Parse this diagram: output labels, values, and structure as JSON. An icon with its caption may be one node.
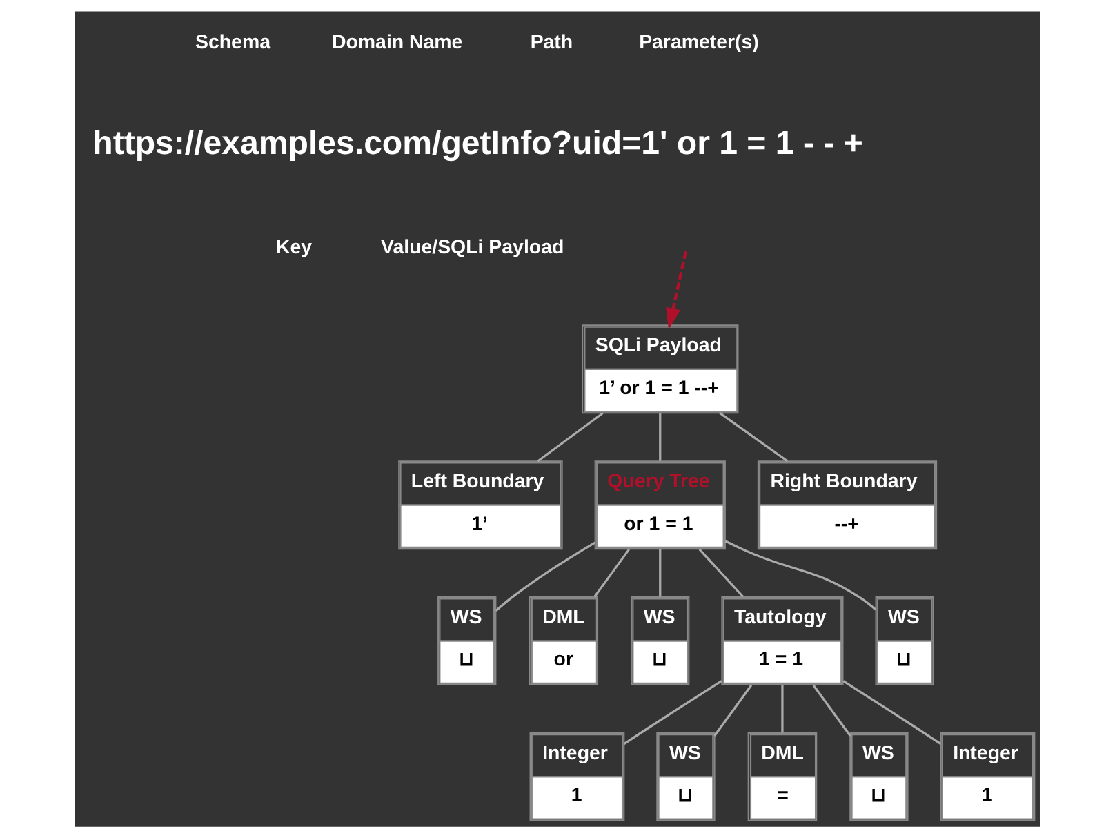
{
  "diagram": {
    "nodes": [
      {
        "text": [
          "SQLi Payload",
          "1’ or 1 = 1 --+"
        ]
      },
      {
        "text": [
          "Left Boundary",
          "1’"
        ]
      },
      {
        "text": [
          "Query Tree",
          "or 1 = 1"
        ]
      },
      {
        "text": [
          "Right Boundary",
          "--+"
        ]
      },
      {
        "text": [
          "WS",
          "⊔"
        ]
      },
      {
        "text": [
          "DML",
          "or"
        ]
      },
      {
        "text": [
          "WS",
          "⊔"
        ]
      },
      {
        "text": [
          "Tautology",
          "1 = 1"
        ]
      },
      {
        "text": [
          "WS",
          "⊔"
        ]
      },
      {
        "text": [
          "Integer",
          "1"
        ]
      },
      {
        "text": [
          "WS",
          "⊔"
        ]
      },
      {
        "text": [
          "DML",
          "="
        ]
      },
      {
        "text": [
          "WS",
          "⊔"
        ]
      },
      {
        "text": [
          "Integer",
          "1"
        ]
      }
    ],
    "edges": [
      {
        "from": 0,
        "to": 1,
        "arrow": "none"
      },
      {
        "from": 0,
        "to": 2,
        "arrow": "none"
      },
      {
        "from": 0,
        "to": 3,
        "arrow": "none"
      },
      {
        "from": 2,
        "to": 4,
        "arrow": "none"
      },
      {
        "from": 2,
        "to": 5,
        "arrow": "none"
      },
      {
        "from": 2,
        "to": 6,
        "arrow": "none"
      },
      {
        "from": 2,
        "to": 7,
        "arrow": "none"
      },
      {
        "from": 2,
        "to": 8,
        "arrow": "none"
      },
      {
        "from": 7,
        "to": 9,
        "arrow": "none"
      },
      {
        "from": 7,
        "to": 10,
        "arrow": "none"
      },
      {
        "from": 7,
        "to": 11,
        "arrow": "none"
      },
      {
        "from": 7,
        "to": 12,
        "arrow": "none"
      },
      {
        "from": 7,
        "to": 13,
        "arrow": "none"
      },
      {
        "from": null,
        "to": 0,
        "arrow": "to",
        "style": "dashed",
        "color": "#b0102a"
      }
    ],
    "labels": [
      "Schema",
      "Domain Name",
      "Path",
      "Parameter(s)",
      "https://examples.com/getInfo?uid=1' or 1 = 1 - - +",
      "Key",
      "Value/SQLi Payload"
    ]
  }
}
